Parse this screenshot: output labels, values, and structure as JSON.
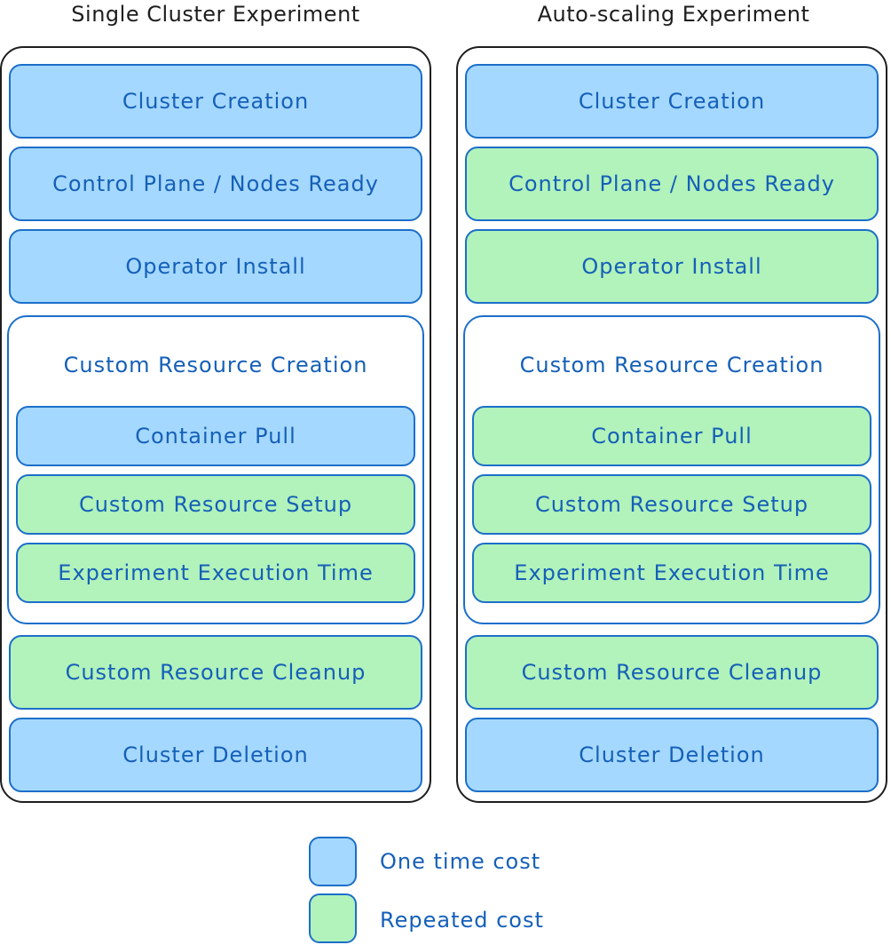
{
  "colors": {
    "one_time": "#a5d8ff",
    "repeated": "#b2f2bb",
    "stroke": "#1c6fc9",
    "text": "#1560b8"
  },
  "columns": [
    {
      "title": "Single Cluster Experiment",
      "steps": [
        {
          "label": "Cluster Creation",
          "cost": "one"
        },
        {
          "label": "Control Plane / Nodes Ready",
          "cost": "one"
        },
        {
          "label": "Operator Install",
          "cost": "one"
        }
      ],
      "group": {
        "label": "Custom Resource Creation",
        "steps": [
          {
            "label": "Container Pull",
            "cost": "one"
          },
          {
            "label": "Custom Resource Setup",
            "cost": "rep"
          },
          {
            "label": "Experiment Execution Time",
            "cost": "rep"
          }
        ]
      },
      "after": [
        {
          "label": "Custom Resource Cleanup",
          "cost": "rep"
        },
        {
          "label": "Cluster Deletion",
          "cost": "one"
        }
      ]
    },
    {
      "title": "Auto-scaling Experiment",
      "steps": [
        {
          "label": "Cluster Creation",
          "cost": "one"
        },
        {
          "label": "Control Plane / Nodes Ready",
          "cost": "rep"
        },
        {
          "label": "Operator Install",
          "cost": "rep"
        }
      ],
      "group": {
        "label": "Custom Resource Creation",
        "steps": [
          {
            "label": "Container Pull",
            "cost": "rep"
          },
          {
            "label": "Custom Resource Setup",
            "cost": "rep"
          },
          {
            "label": "Experiment Execution Time",
            "cost": "rep"
          }
        ]
      },
      "after": [
        {
          "label": "Custom Resource Cleanup",
          "cost": "rep"
        },
        {
          "label": "Cluster Deletion",
          "cost": "one"
        }
      ]
    }
  ],
  "legend": [
    {
      "label": "One time cost",
      "cost": "one"
    },
    {
      "label": "Repeated cost",
      "cost": "rep"
    }
  ]
}
